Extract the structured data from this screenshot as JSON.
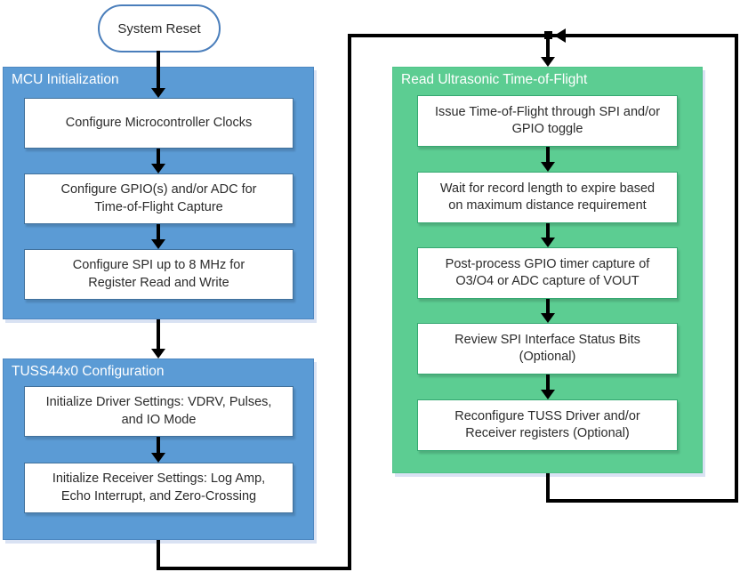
{
  "flowchart": {
    "start": {
      "label": "System Reset"
    },
    "groups": [
      {
        "title": "MCU Initialization",
        "steps": [
          "Configure Microcontroller Clocks",
          "Configure GPIO(s) and/or ADC for\nTime-of-Flight Capture",
          "Configure SPI up to 8 MHz for\nRegister Read and Write"
        ]
      },
      {
        "title": "TUSS44x0 Configuration",
        "steps": [
          "Initialize Driver Settings: VDRV, Pulses,\nand IO Mode",
          "Initialize Receiver Settings: Log Amp,\nEcho Interrupt, and Zero-Crossing"
        ]
      },
      {
        "title": "Read Ultrasonic Time-of-Flight",
        "steps": [
          "Issue Time-of-Flight through SPI and/or\nGPIO toggle",
          "Wait for record length to expire based\non maximum distance requirement",
          "Post-process GPIO timer capture of\nO3/O4 or ADC capture of VOUT",
          "Review SPI Interface Status Bits\n(Optional)",
          "Reconfigure TUSS Driver and/or\nReceiver registers (Optional)"
        ]
      }
    ],
    "colors": {
      "blue_fill": "#5b9bd5",
      "blue_box_border": "#41719c",
      "green_fill": "#5ccd92",
      "green_box_border": "#35a871",
      "oval_border": "#4a7ebb",
      "arrow": "#000000",
      "shadow": "#d9e2f3",
      "text": "#2b2b2b",
      "label_text": "#ffffff"
    }
  }
}
